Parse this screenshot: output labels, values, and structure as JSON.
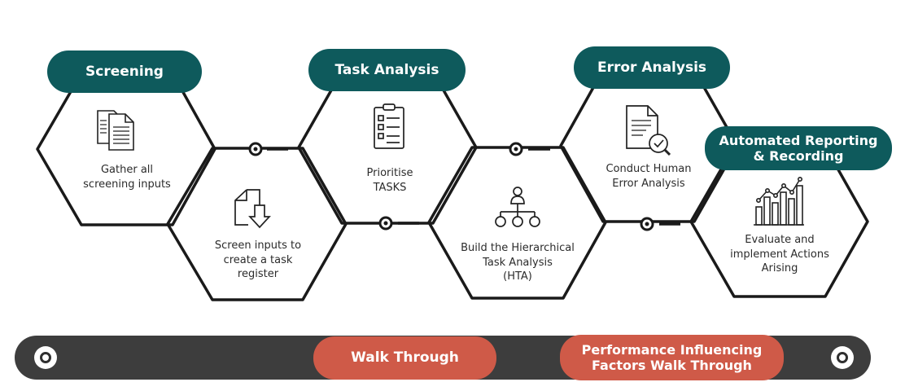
{
  "stages": [
    {
      "label": "Screening",
      "text": "Gather all\nscreening inputs"
    },
    {
      "text": "Screen inputs to\ncreate a task\nregister"
    },
    {
      "label": "Task Analysis",
      "text": "Prioritise\nTASKS"
    },
    {
      "text": "Build the Hierarchical\nTask Analysis\n(HTA)"
    },
    {
      "label": "Error Analysis",
      "text": "Conduct Human\nError Analysis"
    },
    {
      "label": "Automated Reporting\n& Recording",
      "text": "Evaluate and\nimplement Actions\nArising"
    }
  ],
  "walkthroughs": [
    {
      "label": "Walk Through"
    },
    {
      "label": "Performance Influencing\nFactors Walk Through"
    }
  ],
  "icons": [
    "documents-icon",
    "download-document-icon",
    "checklist-clipboard-icon",
    "hierarchy-icon",
    "document-search-icon",
    "bar-chart-icon"
  ],
  "colors": {
    "teal": "#0e5a5c",
    "coral": "#cf5a48",
    "bar": "#3d3d3d",
    "line": "#1a1a1a"
  }
}
